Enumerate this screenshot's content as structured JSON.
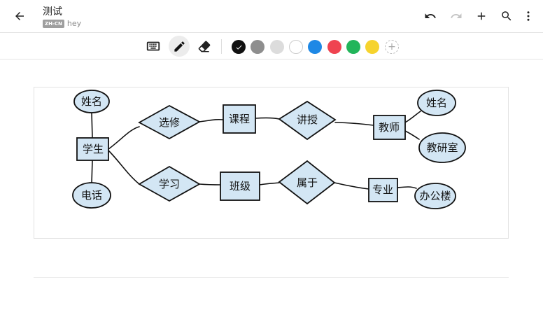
{
  "header": {
    "title": "测试",
    "lang_badge": "ZH-CN",
    "subtitle": "hey",
    "back_icon": "arrow-back-icon",
    "actions": [
      "undo-icon",
      "redo-icon",
      "add-icon",
      "search-icon",
      "more-vert-icon"
    ]
  },
  "toolbar": {
    "tools": [
      "keyboard-icon",
      "pen-icon",
      "eraser-icon"
    ],
    "active_tool": "pen",
    "colors": [
      "#111111",
      "#8e8e8e",
      "#dcdcdc",
      "#ffffff",
      "#1e88e5",
      "#ef4350",
      "#22b55a",
      "#f6d32d"
    ],
    "selected_color": "#111111"
  },
  "diagram": {
    "entities": [
      "学生",
      "课程",
      "教师",
      "班级",
      "专业"
    ],
    "relationships": [
      "选修",
      "讲授",
      "学习",
      "属于"
    ],
    "attributes": [
      "姓名",
      "电话",
      "姓名",
      "教研室",
      "办公楼"
    ],
    "fill_color": "#d3e6f4"
  }
}
